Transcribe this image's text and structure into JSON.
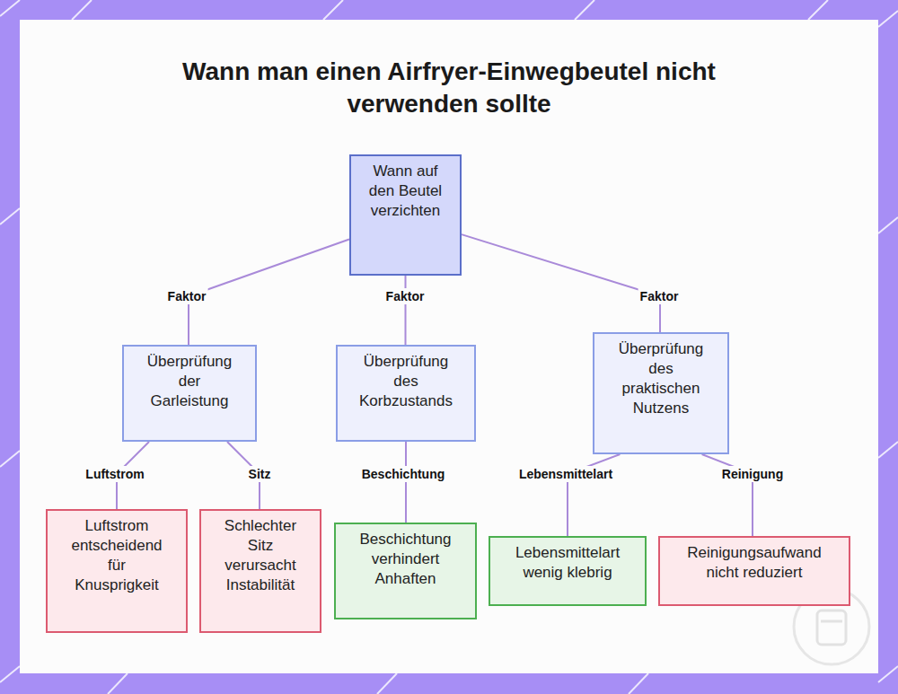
{
  "diagram": {
    "title": "Wann man einen Airfryer-Einwegbeutel nicht verwenden sollte",
    "nodes": [
      {
        "text": [
          "Wann auf den Beutel verzichten"
        ]
      },
      {
        "text": [
          "Überprüfung der Garleistung"
        ]
      },
      {
        "text": [
          "Überprüfung des Korbzustands"
        ]
      },
      {
        "text": [
          "Überprüfung des praktischen Nutzens"
        ]
      },
      {
        "text": [
          "Luftstrom entscheidend für Knusprigkeit"
        ]
      },
      {
        "text": [
          "Schlechter Sitz verursacht Instabilität"
        ]
      },
      {
        "text": [
          "Beschichtung verhindert Anhaften"
        ]
      },
      {
        "text": [
          "Lebensmittelart wenig klebrig"
        ]
      },
      {
        "text": [
          "Reinigungsaufwand nicht reduziert"
        ]
      }
    ],
    "edges": [
      {
        "from": 0,
        "to": 1,
        "label": "Faktor",
        "arrow": "none"
      },
      {
        "from": 0,
        "to": 2,
        "label": "Faktor",
        "arrow": "none"
      },
      {
        "from": 0,
        "to": 3,
        "label": "Faktor",
        "arrow": "none"
      },
      {
        "from": 1,
        "to": 4,
        "label": "Luftstrom",
        "arrow": "none"
      },
      {
        "from": 1,
        "to": 5,
        "label": "Sitz",
        "arrow": "none"
      },
      {
        "from": 2,
        "to": 6,
        "label": "Beschichtung",
        "arrow": "none"
      },
      {
        "from": 3,
        "to": 7,
        "label": "Lebensmittelart",
        "arrow": "none"
      },
      {
        "from": 3,
        "to": 8,
        "label": "Reinigung",
        "arrow": "none"
      }
    ]
  }
}
